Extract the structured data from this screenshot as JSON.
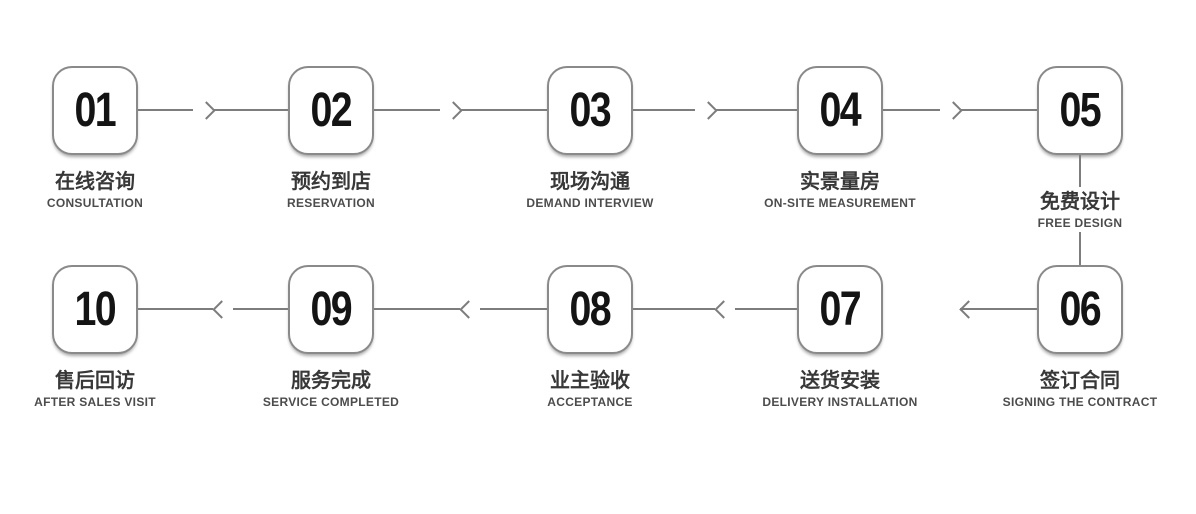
{
  "diagram": {
    "title": "service-process-flow",
    "colors": {
      "background": "#ffffff",
      "box_border": "#8a8a8a",
      "line": "#7d7d7d",
      "number": "#141414",
      "title_zh": "#383838",
      "title_en": "#4c4c4c"
    },
    "row1_direction": "left-to-right",
    "row2_direction": "right-to-left",
    "steps": [
      {
        "number": "01",
        "title_zh": "在线咨询",
        "title_en": "CONSULTATION"
      },
      {
        "number": "02",
        "title_zh": "预约到店",
        "title_en": "RESERVATION"
      },
      {
        "number": "03",
        "title_zh": "现场沟通",
        "title_en": "DEMAND INTERVIEW"
      },
      {
        "number": "04",
        "title_zh": "实景量房",
        "title_en": "ON-SITE MEASUREMENT"
      },
      {
        "number": "05",
        "title_zh": "免费设计",
        "title_en": "FREE DESIGN"
      },
      {
        "number": "06",
        "title_zh": "签订合同",
        "title_en": "SIGNING THE CONTRACT"
      },
      {
        "number": "07",
        "title_zh": "送货安装",
        "title_en": "DELIVERY INSTALLATION"
      },
      {
        "number": "08",
        "title_zh": "业主验收",
        "title_en": "ACCEPTANCE"
      },
      {
        "number": "09",
        "title_zh": "服务完成",
        "title_en": "SERVICE COMPLETED"
      },
      {
        "number": "10",
        "title_zh": "售后回访",
        "title_en": "AFTER SALES VISIT"
      }
    ]
  }
}
